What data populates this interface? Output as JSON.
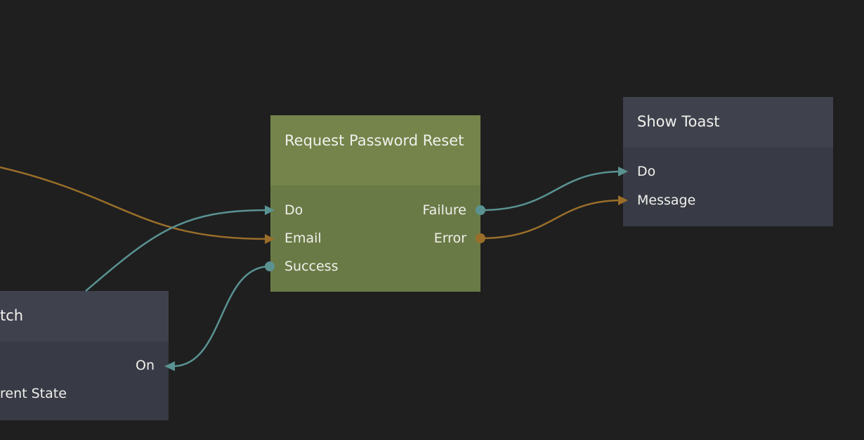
{
  "colors": {
    "background": "#1f1f1f",
    "signal": "#5a9292",
    "string": "#9a6e2a",
    "green_header": "#74844a",
    "green_body": "#6a7a46",
    "grey_header": "#3f424d",
    "grey_body": "#383a45"
  },
  "nodes": {
    "switch": {
      "title": "tch",
      "outputs": [
        "On"
      ],
      "inputs": [
        "rent State"
      ]
    },
    "request": {
      "title": "Request Password Reset",
      "inputs": [
        "Do",
        "Email",
        "Success"
      ],
      "outputs": [
        "Failure",
        "Error"
      ]
    },
    "toast": {
      "title": "Show Toast",
      "inputs": [
        "Do",
        "Message"
      ]
    }
  }
}
